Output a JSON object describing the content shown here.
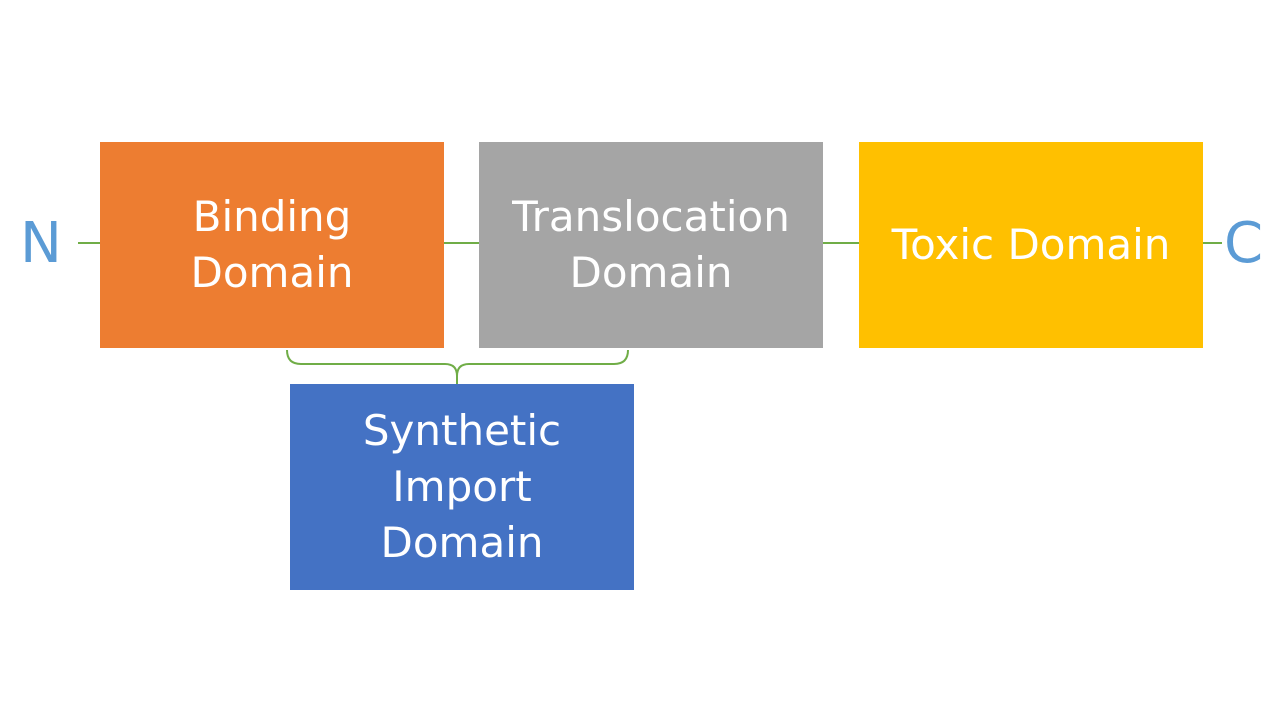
{
  "diagram": {
    "terminals": {
      "n": "N",
      "c": "C"
    },
    "domains": [
      {
        "id": "binding",
        "label": "Binding\nDomain",
        "color": "#ED7D31"
      },
      {
        "id": "translocation",
        "label": "Translocation\nDomain",
        "color": "#A5A5A5"
      },
      {
        "id": "toxic",
        "label": "Toxic  Domain",
        "color": "#FFC000"
      }
    ],
    "synthetic": {
      "label": "Synthetic\nImport\nDomain",
      "color": "#4472C4"
    },
    "colors": {
      "terminal_text": "#5B9BD5",
      "connector": "#70AD47"
    }
  }
}
